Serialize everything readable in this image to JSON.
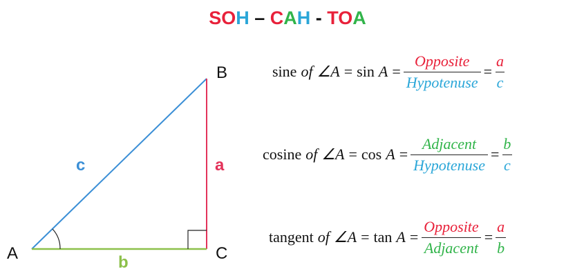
{
  "colors": {
    "red": "#e8213a",
    "blue": "#2aa6d8",
    "green": "#31b44a",
    "black": "#111111",
    "side_b": "#8cc04a",
    "side_a": "#e3325a",
    "side_c": "#3b8fd6"
  },
  "title": {
    "parts": [
      {
        "text": "S",
        "color": "#e8213a"
      },
      {
        "text": "O",
        "color": "#e8213a"
      },
      {
        "text": "H",
        "color": "#2aa6d8"
      },
      {
        "text": " – ",
        "color": "#111111"
      },
      {
        "text": "C",
        "color": "#e8213a"
      },
      {
        "text": "A",
        "color": "#31b44a"
      },
      {
        "text": "H",
        "color": "#2aa6d8"
      },
      {
        "text": " - ",
        "color": "#111111"
      },
      {
        "text": "T",
        "color": "#e8213a"
      },
      {
        "text": "O",
        "color": "#e8213a"
      },
      {
        "text": "A",
        "color": "#31b44a"
      }
    ]
  },
  "triangle": {
    "vertex_a": "A",
    "vertex_b": "B",
    "vertex_c": "C",
    "side_a": "a",
    "side_b": "b",
    "side_c": "c"
  },
  "formulas": {
    "sine": {
      "word": "sine",
      "of": "of",
      "angle": "∠A",
      "eq1": "=",
      "func": "sin",
      "var": "A",
      "eq2": "=",
      "num": "Opposite",
      "den": "Hypotenuse",
      "eq3": "=",
      "num2": "a",
      "den2": "c"
    },
    "cosine": {
      "word": "cosine",
      "of": "of",
      "angle": "∠A",
      "eq1": "=",
      "func": "cos",
      "var": "A",
      "eq2": "=",
      "num": "Adjacent",
      "den": "Hypotenuse",
      "eq3": "=",
      "num2": "b",
      "den2": "c"
    },
    "tangent": {
      "word": "tangent",
      "of": "of",
      "angle": "∠A",
      "eq1": "=",
      "func": "tan",
      "var": "A",
      "eq2": "=",
      "num": "Opposite",
      "den": "Adjacent",
      "eq3": "=",
      "num2": "a",
      "den2": "b"
    }
  }
}
